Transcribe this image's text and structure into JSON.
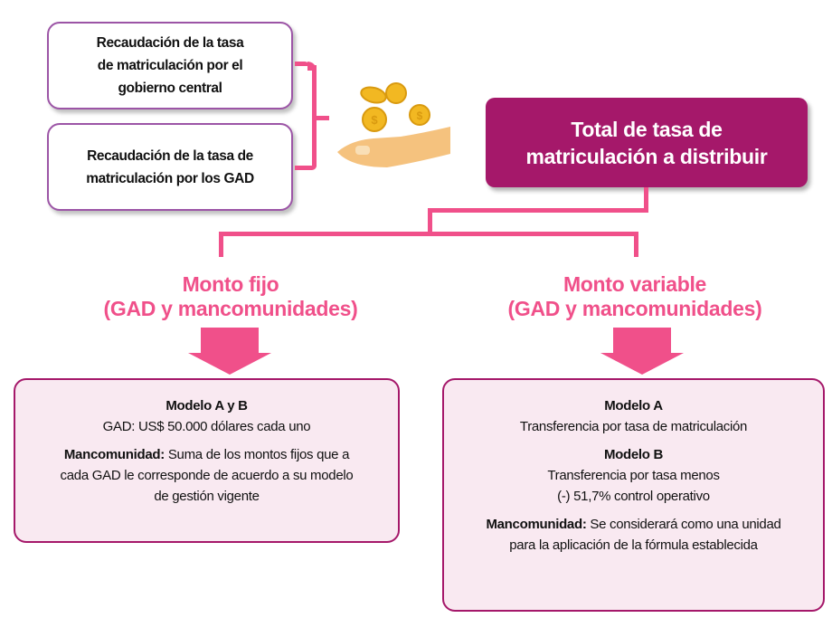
{
  "sources": [
    {
      "lines": [
        "Recaudación de la tasa",
        "de matriculación por el",
        "gobierno central"
      ]
    },
    {
      "lines": [
        "Recaudación de la tasa de",
        "matriculación  por los GAD"
      ]
    }
  ],
  "total": {
    "lines": [
      "Total de tasa de",
      "matriculación a distribuir"
    ]
  },
  "branches": [
    {
      "heading": [
        "Monto fijo",
        "(GAD y mancomunidades)"
      ]
    },
    {
      "heading": [
        "Monto variable",
        "(GAD y mancomunidades)"
      ]
    }
  ],
  "left_card": {
    "title": "Modelo A y B",
    "line": "GAD: US$ 50.000 dólares cada uno",
    "manc_label": "Mancomunidad:",
    "manc_text": " Suma de los montos fijos  que a",
    "manc_lines": [
      "cada GAD le corresponde de acuerdo a su modelo",
      "de gestión vigente"
    ]
  },
  "right_card": {
    "a_title": "Modelo A",
    "a_text": "Transferencia por tasa de matriculación",
    "b_title": "Modelo B",
    "b_lines": [
      "Transferencia por tasa menos",
      "(-) 51,7% control operativo"
    ],
    "manc_label": "Mancomunidad:",
    "manc_text": " Se considerará como una unidad",
    "manc_line2": "para la aplicación de la fórmula establecida"
  },
  "colors": {
    "pink": "#f0508a",
    "magenta": "#a5186a",
    "purple": "#9c55a6",
    "card_bg": "#f9e9f1",
    "coin": "#f2b822"
  }
}
